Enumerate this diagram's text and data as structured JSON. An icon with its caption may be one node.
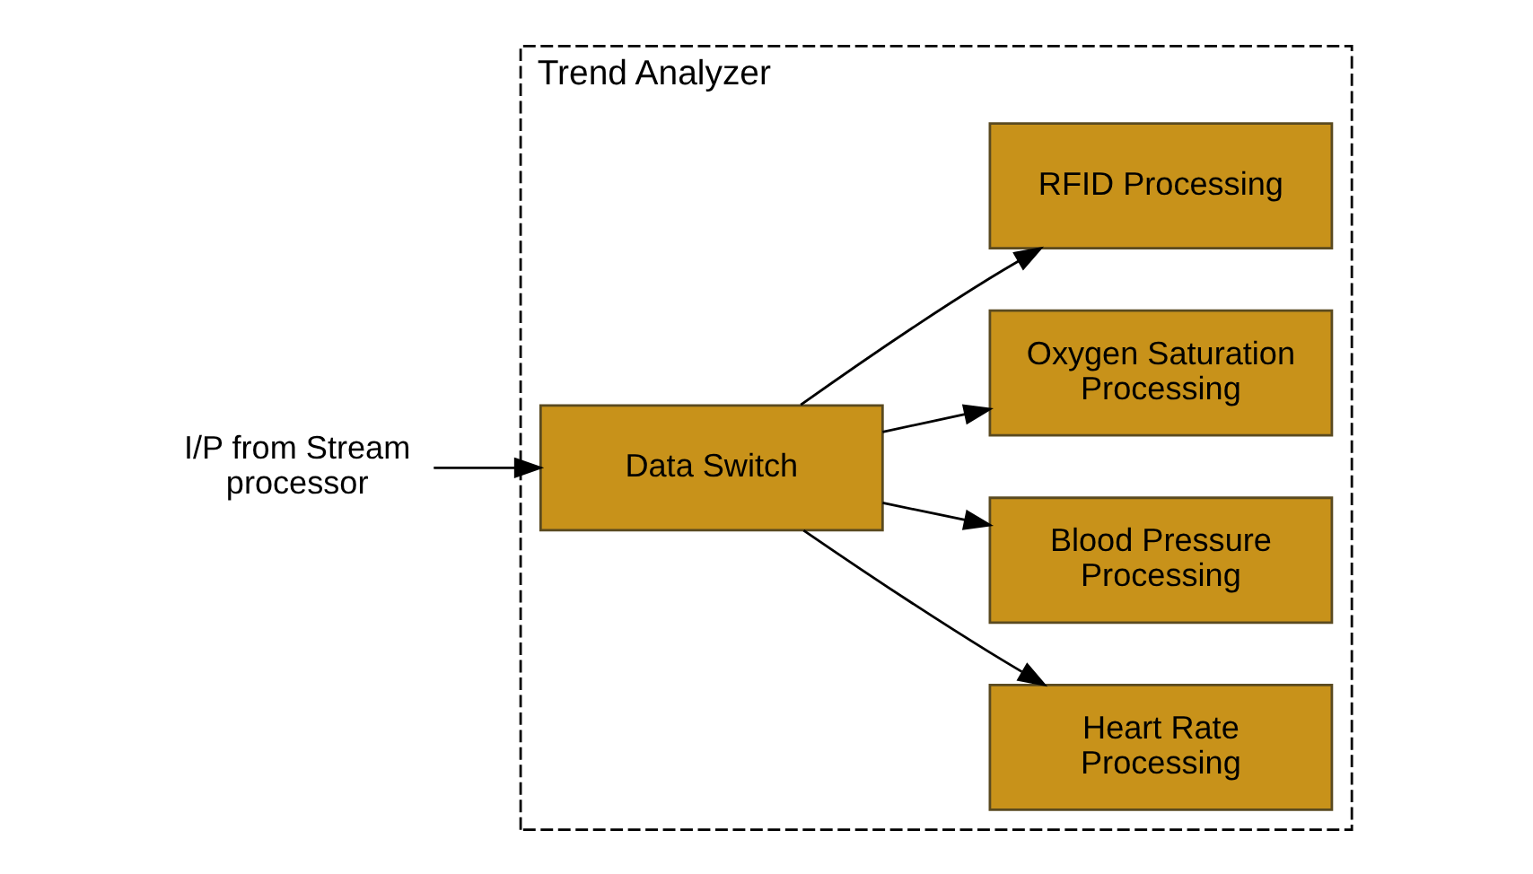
{
  "diagram": {
    "nodes": [
      {
        "text": [
          "Trend Analyzer"
        ]
      },
      {
        "text": [
          "I/P from Stream processor"
        ]
      },
      {
        "text": [
          "Data Switch"
        ],
        "in": 0
      },
      {
        "text": [
          "Heart Rate Processing"
        ],
        "in": 0
      },
      {
        "text": [
          "Blood Pressure Processing"
        ],
        "in": 0
      },
      {
        "text": [
          "Oxygen Saturation Processing"
        ],
        "in": 0
      },
      {
        "text": [
          "RFID Processing"
        ],
        "in": 0
      }
    ],
    "edges": [
      {
        "from": 1,
        "to": 2,
        "arrow": "to"
      },
      {
        "from": 2,
        "to": 3,
        "arrow": "to"
      },
      {
        "from": 2,
        "to": 4,
        "arrow": "to"
      },
      {
        "from": 2,
        "to": 5,
        "arrow": "to"
      },
      {
        "from": 2,
        "to": 6,
        "arrow": "to"
      }
    ]
  }
}
